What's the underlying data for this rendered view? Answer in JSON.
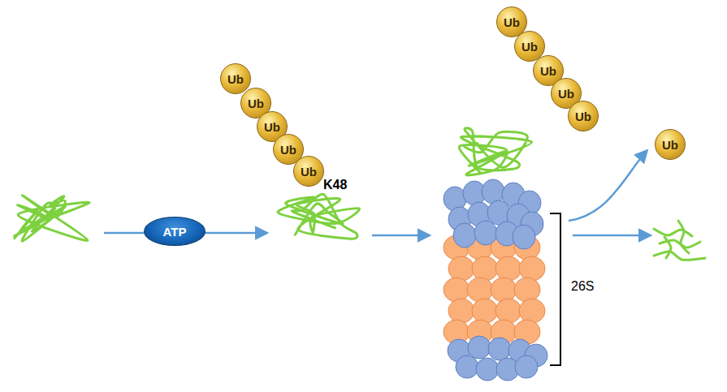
{
  "diagram": {
    "nodes": [
      {
        "text": [
          "ATP"
        ]
      },
      {
        "text": [
          "Ub"
        ]
      },
      {
        "text": [
          "Ub"
        ]
      },
      {
        "text": [
          "Ub"
        ]
      },
      {
        "text": [
          "Ub"
        ]
      },
      {
        "text": [
          "Ub"
        ]
      },
      {
        "text": [
          "Ub"
        ]
      },
      {
        "text": [
          "Ub"
        ]
      },
      {
        "text": [
          "Ub"
        ]
      },
      {
        "text": [
          "Ub"
        ]
      },
      {
        "text": [
          "Ub"
        ]
      },
      {
        "text": [
          "Ub"
        ]
      }
    ],
    "labels": [
      "K48",
      "26S"
    ]
  }
}
